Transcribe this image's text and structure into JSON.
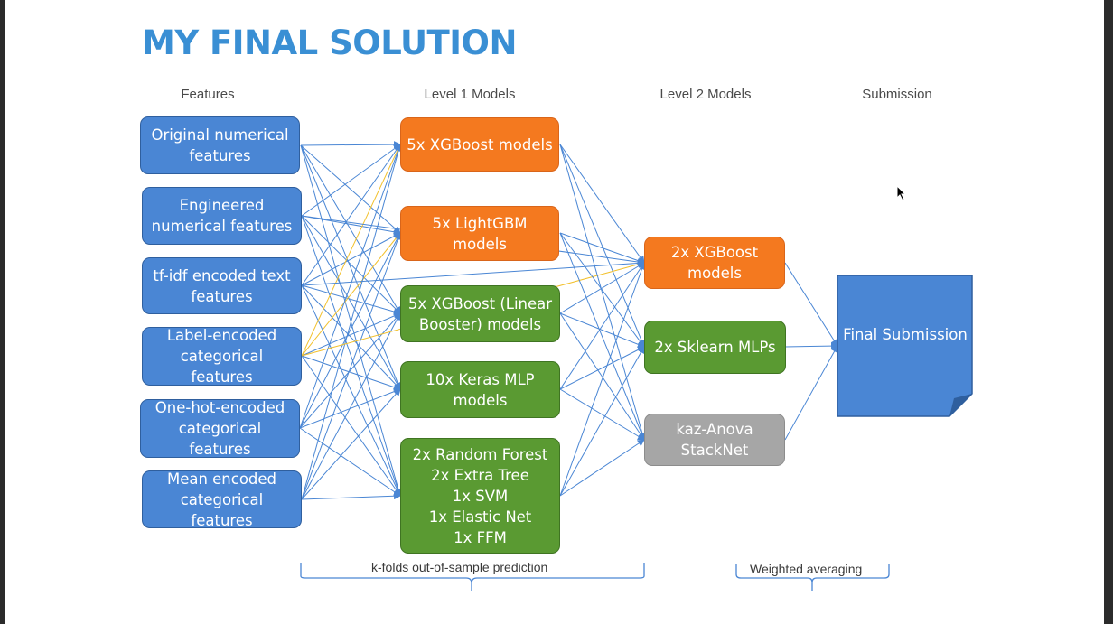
{
  "title": "MY FINAL SOLUTION",
  "columns": {
    "features": "Features",
    "level1": "Level 1 Models",
    "level2": "Level 2 Models",
    "submission": "Submission"
  },
  "features": [
    {
      "lines": [
        "Original numerical",
        "features"
      ]
    },
    {
      "lines": [
        "Engineered",
        "numerical features"
      ]
    },
    {
      "lines": [
        "tf-idf encoded text",
        "features"
      ]
    },
    {
      "lines": [
        "Label-encoded",
        "categorical",
        "features"
      ]
    },
    {
      "lines": [
        "One-hot-encoded",
        "categorical",
        "features"
      ]
    },
    {
      "lines": [
        "Mean encoded",
        "categorical",
        "features"
      ]
    }
  ],
  "level1": [
    {
      "lines": [
        "5x XGBoost models"
      ],
      "color": "#f4791f"
    },
    {
      "lines": [
        "5x LightGBM",
        "models"
      ],
      "color": "#f4791f"
    },
    {
      "lines": [
        "5x XGBoost (Linear",
        "Booster) models"
      ],
      "color": "#5a9a32"
    },
    {
      "lines": [
        "10x Keras MLP",
        "models"
      ],
      "color": "#5a9a32"
    },
    {
      "lines": [
        "2x Random Forest",
        "2x Extra Tree",
        "1x SVM",
        "1x Elastic Net",
        "1x FFM"
      ],
      "color": "#5a9a32"
    }
  ],
  "level2": [
    {
      "lines": [
        "2x XGBoost",
        "models"
      ],
      "color": "#f4791f"
    },
    {
      "lines": [
        "2x Sklearn MLPs"
      ],
      "color": "#5a9a32"
    },
    {
      "lines": [
        "kaz-Anova",
        "StackNet"
      ],
      "color": "#a6a6a6"
    }
  ],
  "submission": "Final Submission",
  "brackets": {
    "kfold": "k-folds out-of-sample prediction",
    "weighted": "Weighted averaging"
  },
  "colors": {
    "title": "#3a8fd4",
    "feature_box": "#4a86d4",
    "edge": "#4a86d4",
    "highlight_edge": "#f2c12e"
  }
}
